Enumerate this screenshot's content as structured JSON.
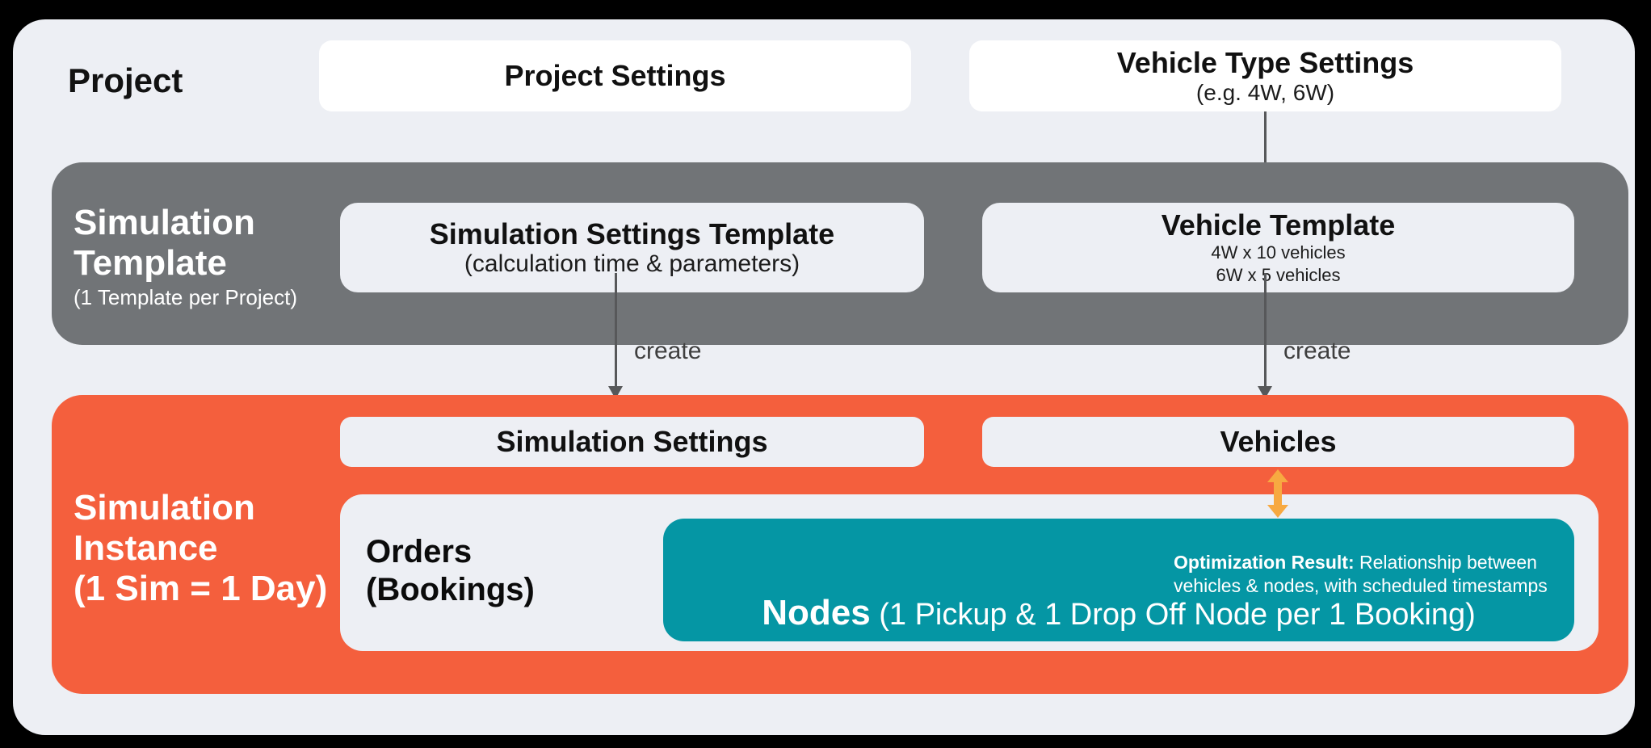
{
  "colors": {
    "background": "#000000",
    "card": "#EDEFF4",
    "white_box": "#FFFFFF",
    "gray_section": "#717477",
    "orange_section": "#F45F3D",
    "teal_box": "#0596A4",
    "yellow_arrow": "#F7A941",
    "arrow_gray": "#57585A"
  },
  "project": {
    "label": "Project"
  },
  "top_row": {
    "project_settings": {
      "title": "Project Settings"
    },
    "vehicle_type_settings": {
      "title": "Vehicle Type Settings",
      "subtitle": "(e.g. 4W, 6W)"
    }
  },
  "simulation_template": {
    "label_line1": "Simulation",
    "label_line2": "Template",
    "label_sub": "(1 Template per Project)",
    "settings_template": {
      "title": "Simulation Settings Template",
      "subtitle": "(calculation time & parameters)"
    },
    "vehicle_template": {
      "title": "Vehicle Template",
      "line1": "4W x 10 vehicles",
      "line2": "6W x 5 vehicles"
    }
  },
  "arrows": {
    "create_left": "create",
    "create_right": "create"
  },
  "simulation_instance": {
    "label_line1": "Simulation",
    "label_line2": "Instance",
    "label_line3": "(1 Sim = 1 Day)",
    "simulation_settings": {
      "title": "Simulation Settings"
    },
    "vehicles": {
      "title": "Vehicles"
    },
    "orders": {
      "line1": "Orders",
      "line2": "(Bookings)"
    },
    "nodes": {
      "optimization_bold": "Optimization Result:",
      "optimization_rest": " Relationship between",
      "optimization_line2": "vehicles & nodes, with scheduled timestamps",
      "title_bold": "Nodes",
      "title_rest": " (1 Pickup & 1 Drop Off Node per 1 Booking)"
    }
  }
}
